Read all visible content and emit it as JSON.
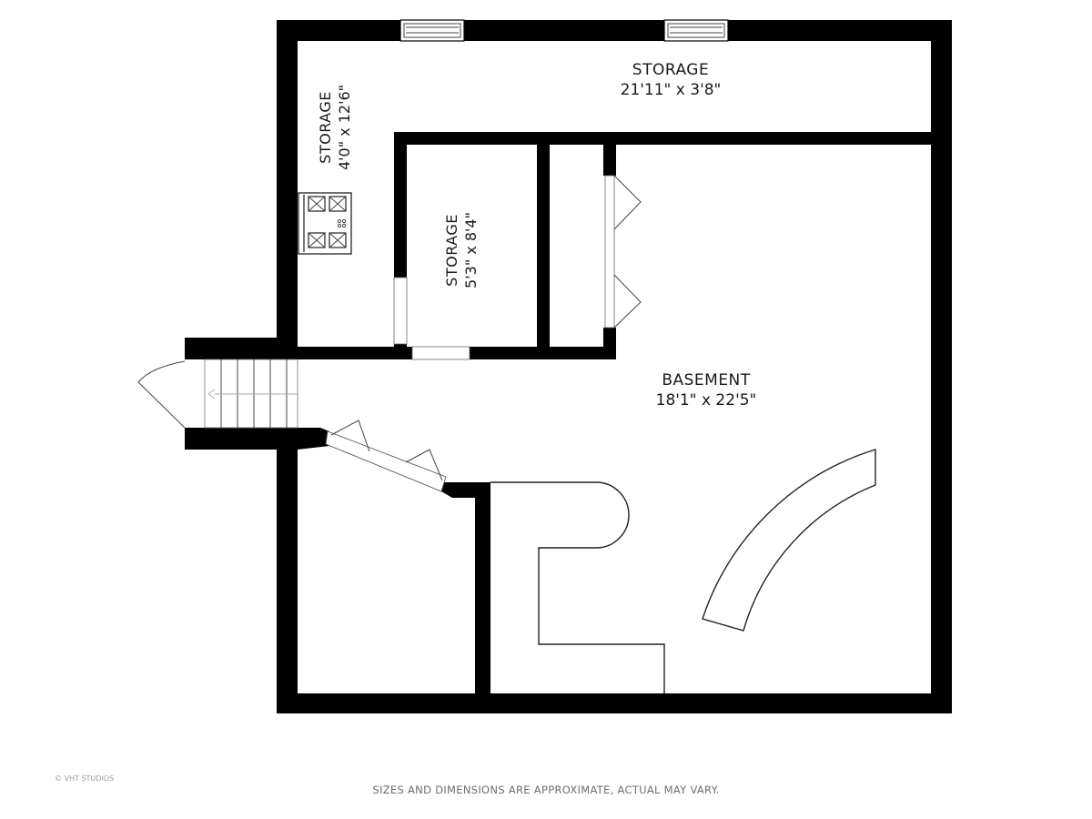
{
  "rooms": {
    "storage_top": {
      "name": "STORAGE",
      "dims": "21'11\" x 3'8\""
    },
    "storage_left": {
      "name": "STORAGE",
      "dims": "4'0\" x 12'6\""
    },
    "storage_mid": {
      "name": "STORAGE",
      "dims": "5'3\" x 8'4\""
    },
    "basement": {
      "name": "BASEMENT",
      "dims": "18'1\" x 22'5\""
    }
  },
  "footer": {
    "disclaimer": "SIZES AND DIMENSIONS ARE APPROXIMATE, ACTUAL MAY VARY.",
    "copyright": "© VHT STUDIOS"
  },
  "colors": {
    "wall": "#000000",
    "background": "#ffffff",
    "text": "#1a1a1a",
    "footer_text": "#6e6e6e"
  }
}
